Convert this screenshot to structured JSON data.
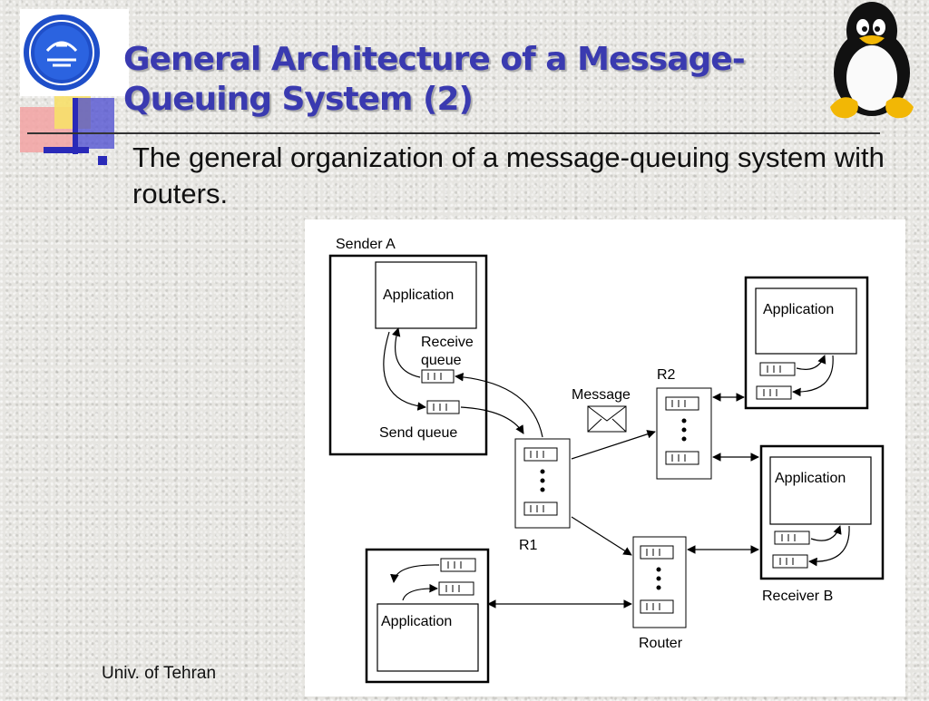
{
  "slide": {
    "title": "General Architecture of a Message-Queuing System (2)",
    "bullet": "The general organization of a message-queuing system with routers.",
    "footer": "Univ. of Tehran"
  },
  "diagram": {
    "sender_label": "Sender A",
    "receiver_label": "Receiver B",
    "application_label": "Application",
    "receive_queue_line1": "Receive",
    "receive_queue_line2": "queue",
    "send_queue_label": "Send queue",
    "message_label": "Message",
    "r1_label": "R1",
    "r2_label": "R2",
    "router_label": "Router"
  },
  "colors": {
    "title": "#3a3ab0",
    "accent_blue": "#2a2ab8",
    "accent_red": "#f2a2a2",
    "accent_yellow": "#f7e06a"
  },
  "icons": {
    "logo": "university-seal-icon",
    "mascot": "penguin-icon",
    "message": "envelope-icon"
  }
}
